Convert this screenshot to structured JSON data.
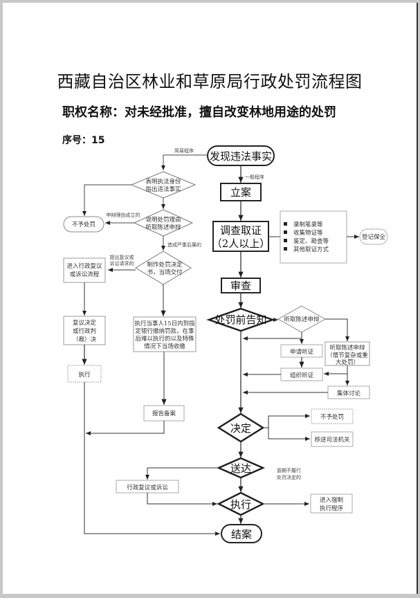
{
  "document": {
    "title": "西藏自治区林业和草原局行政处罚流程图",
    "authority_name": "职权名称：对未经批准，擅自改变林地用途的处罚",
    "serial": "序号：15"
  },
  "flow": {
    "start": "发现违法事实",
    "simple_procedure": "简易程序",
    "general_procedure": "一般程序",
    "left": {
      "d1": [
        "表明执法身份",
        "指出违法事实"
      ],
      "d2": [
        "说明处罚理由",
        "听取陈述申辩"
      ],
      "d3": [
        "制作处罚决定",
        "书，当场交付"
      ],
      "no_penalty": "不予处罚",
      "no_penalty_cond": "申辩理由成立的",
      "serious_cond": "造成严重后果的",
      "review_cond": [
        "提出复议或",
        "诉讼请求的"
      ],
      "review_flow": [
        "进入行政复议",
        "或诉讼流程"
      ],
      "review_result": [
        "复议决定",
        "或行政判",
        "（裁）决"
      ],
      "execute": "执行",
      "pay": [
        "执行当事人15日内到指",
        "定银行缴纳罚款，在事",
        "后难以执行的以及特殊",
        "情况下当场收缴"
      ],
      "report": "报告备案"
    },
    "main": {
      "file_case": "立案",
      "investigate": [
        "调查取证",
        "（2人以上）"
      ],
      "evidence_methods": [
        "录制笔录等",
        "收集物证等",
        "鉴定、勘查等",
        "其他取证方式"
      ],
      "preserve": "登记保全",
      "review": "审查",
      "pre_notice": "处罚前告知",
      "hear_d": "听取陈述申辩",
      "apply_hearing": "申请听证",
      "hear_box": [
        "听取陈述申辩",
        "（情节复杂或重",
        "大处罚）"
      ],
      "organize_hearing": "组织听证",
      "collective": "集体讨论",
      "decide": "决定",
      "no_penalty2": "不予处罚",
      "transfer": "移送司法机关",
      "deliver": "送达",
      "overdue_cond": [
        "逾期不履行",
        "处罚决定的"
      ],
      "admin_review": "行政复议或诉讼",
      "execute": "执行",
      "enforce": [
        "进入强制",
        "执行程序"
      ],
      "close": "结案"
    }
  },
  "colors": {
    "line": "#222222",
    "thin": "#666666",
    "bg": "#ffffff"
  }
}
